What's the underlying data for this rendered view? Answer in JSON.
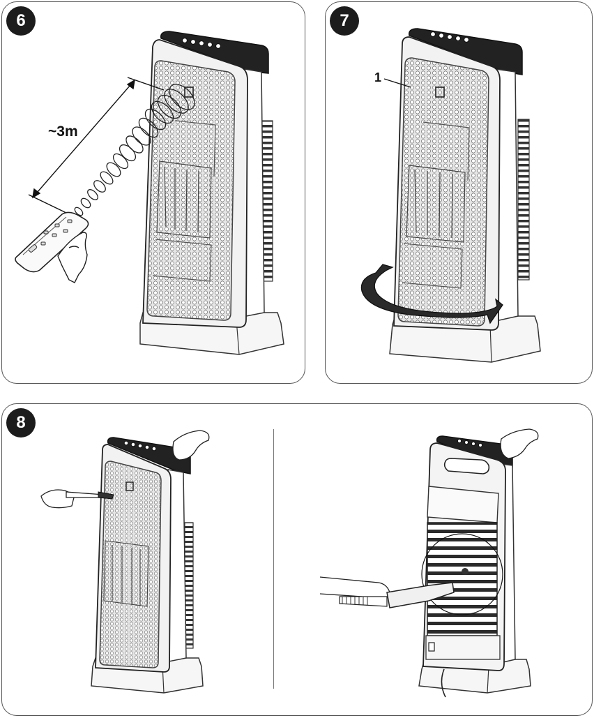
{
  "steps": {
    "step6": {
      "number": "6",
      "distance_label": "~3m"
    },
    "step7": {
      "number": "7",
      "callout_label": "1"
    },
    "step8": {
      "number": "8"
    }
  },
  "colors": {
    "outline": "#555555",
    "badge": "#1c1c1c",
    "top_band": "#1e1e1e",
    "grille": "#d9d9d9",
    "body": "#f4f4f4"
  },
  "icons": [
    "remote-control-icon",
    "signal-waves-icon",
    "rotate-arrow-icon",
    "brush-icon",
    "vacuum-nozzle-icon",
    "hand-icon"
  ]
}
